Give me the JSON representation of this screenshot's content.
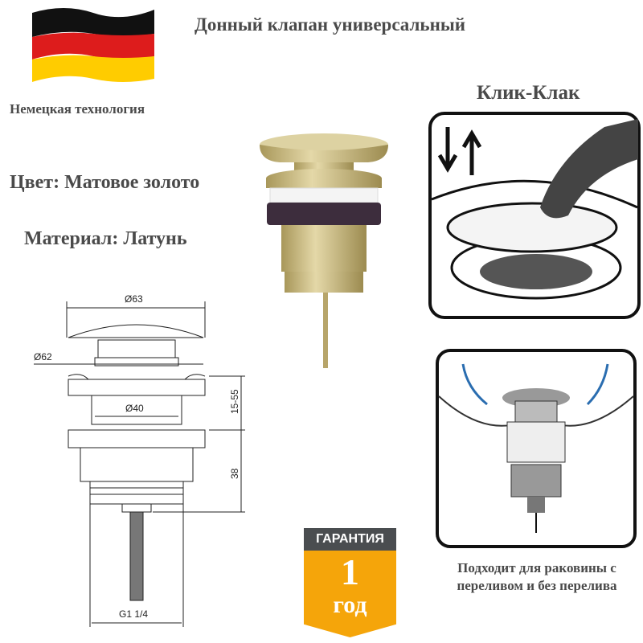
{
  "title": "Донный клапан универсальный",
  "origin_label": "Немецкая технология",
  "color_label": "Цвет: Матовое золото",
  "material_label": "Материал: Латунь",
  "mechanism_label": "Клик-Клак",
  "compatibility_text": "Подходит для раковины с переливом и без перелива",
  "warranty": {
    "header": "ГАРАНТИЯ",
    "value": "1",
    "unit": "год"
  },
  "dimensions": {
    "cap_diameter": "Ø63",
    "flange_diameter": "Ø62",
    "body_diameter": "Ø40",
    "thickness_range": "15-55",
    "height": "38",
    "thread": "G1 1/4"
  },
  "colors": {
    "text": "#4a4a4a",
    "warranty_orange": "#f5a50a",
    "warranty_dark": "#4a4d50",
    "gold": "#c9b77a"
  }
}
